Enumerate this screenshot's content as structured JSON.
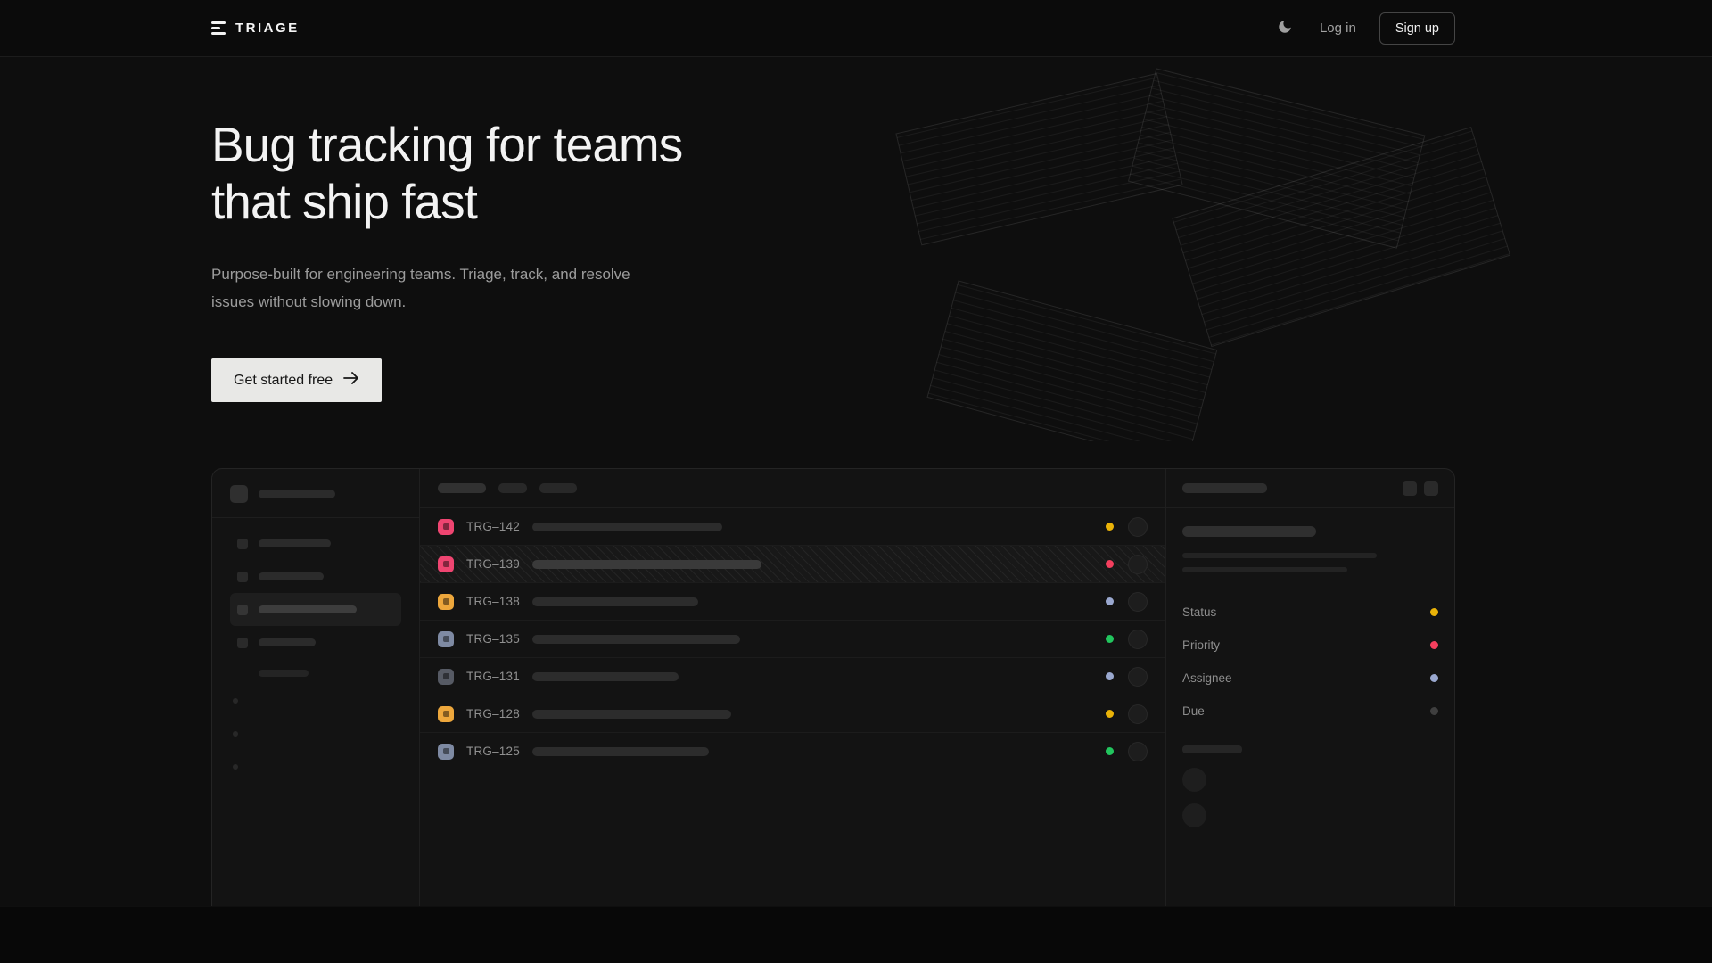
{
  "navbar": {
    "brand": "TRIAGE",
    "login_label": "Log in",
    "signup_label": "Sign up"
  },
  "hero": {
    "title_lines": [
      "Bug tracking for teams",
      "that ship fast"
    ],
    "subtitle": "Purpose-built for engineering teams. Triage, track, and resolve issues without slowing down.",
    "cta_label": "Get started free"
  },
  "icons": {
    "brand_logo": "triage-bars",
    "theme_toggle": "moon",
    "cta_arrow": "arrow-right"
  },
  "colors": {
    "status_yellow": "#eab308",
    "status_pink": "#f43f5e",
    "status_blue": "#9aa8cf",
    "status_green": "#22c55e",
    "status_muted": "#3f3f3f",
    "cta_background": "#e8e8e6",
    "page_background": "#0e0e0e"
  },
  "mockup": {
    "issues": [
      {
        "id": "TRG–142",
        "icon": "#ef4571",
        "status": "#eab308",
        "bar": 213,
        "selected": false
      },
      {
        "id": "TRG–139",
        "icon": "#ef4571",
        "status": "#f43f5e",
        "bar": 257,
        "selected": true
      },
      {
        "id": "TRG–138",
        "icon": "#eda73c",
        "status": "#9aa8cf",
        "bar": 186,
        "selected": false
      },
      {
        "id": "TRG–135",
        "icon": "#7e8aa3",
        "status": "#22c55e",
        "bar": 233,
        "selected": false
      },
      {
        "id": "TRG–131",
        "icon": "#565a64",
        "status": "#9aa8cf",
        "bar": 164,
        "selected": false
      },
      {
        "id": "TRG–128",
        "icon": "#eda73c",
        "status": "#eab308",
        "bar": 223,
        "selected": false
      },
      {
        "id": "TRG–125",
        "icon": "#7e8aa3",
        "status": "#22c55e",
        "bar": 198,
        "selected": false
      }
    ],
    "detail_fields": [
      {
        "label": "Status",
        "dot": "#eab308"
      },
      {
        "label": "Priority",
        "dot": "#f43f5e"
      },
      {
        "label": "Assignee",
        "dot": "#9aa8cf"
      },
      {
        "label": "Due",
        "dot": "#3f3f3f"
      }
    ]
  }
}
